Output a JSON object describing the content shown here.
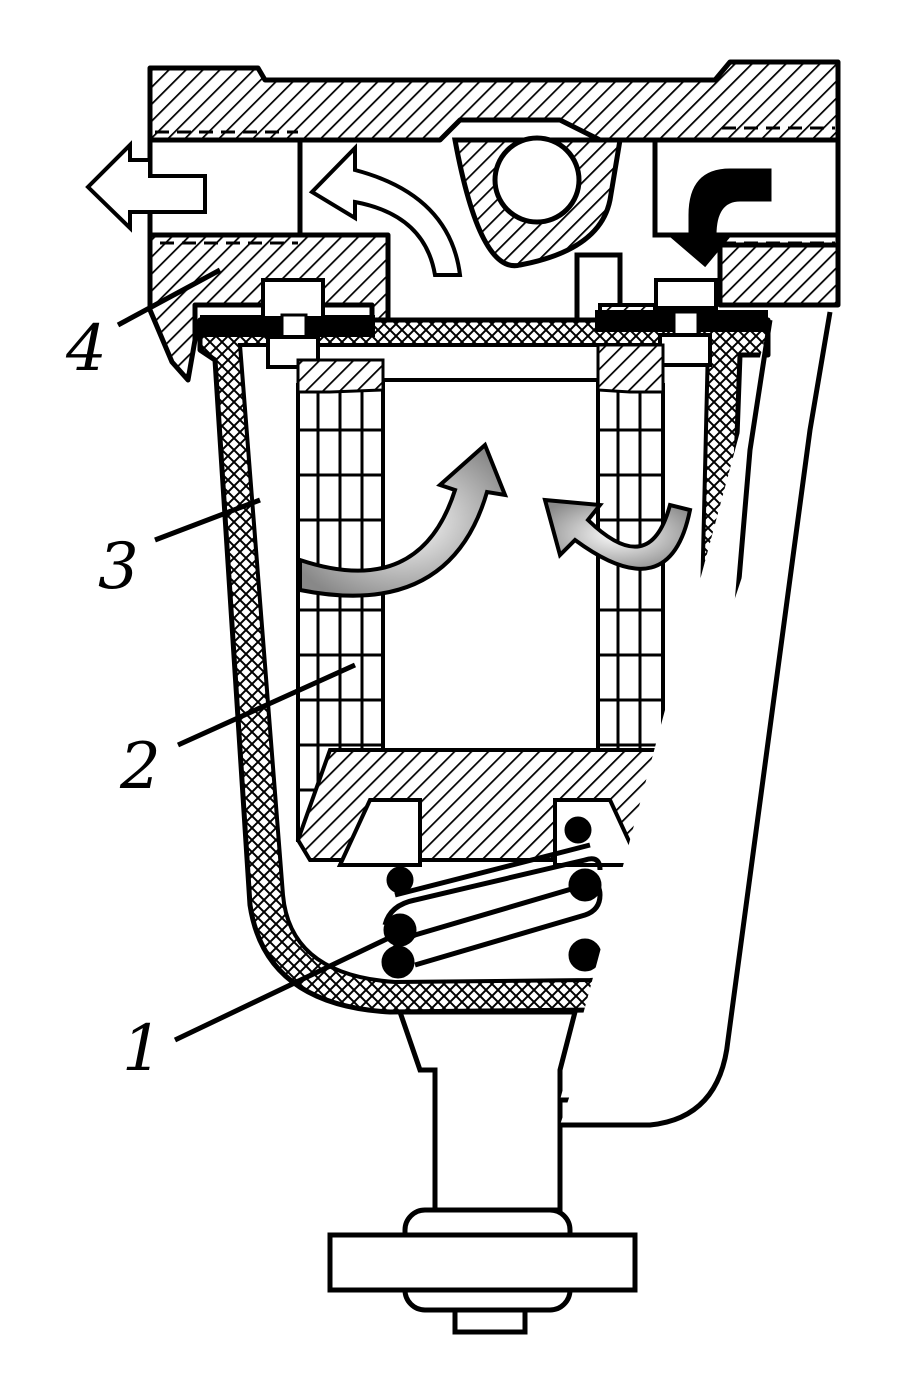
{
  "diagram": {
    "callouts": [
      {
        "id": "1",
        "text": "1"
      },
      {
        "id": "2",
        "text": "2"
      },
      {
        "id": "3",
        "text": "3"
      },
      {
        "id": "4",
        "text": "4"
      }
    ],
    "colors": {
      "ink": "#000000",
      "paper": "#ffffff"
    },
    "icons": [
      "outlet-arrow-icon",
      "inlet-arrow-icon",
      "flow-arrow-icon"
    ]
  }
}
